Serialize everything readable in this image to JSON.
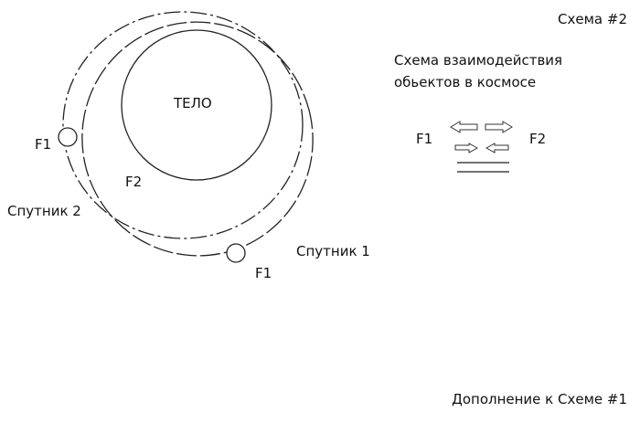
{
  "scheme_title": "Схема #2",
  "body_label": "ТЕЛО",
  "satellite1": {
    "label": "Спутник 1",
    "force": "F1"
  },
  "satellite2": {
    "label": "Спутник 2",
    "force": "F1"
  },
  "body_force": "F2",
  "legend": {
    "title_line1": "Схема взаимодействия",
    "title_line2": "обьектов в космосе",
    "left_label": "F1",
    "right_label": "F2"
  },
  "footer": "Дополнение к Схеме #1"
}
